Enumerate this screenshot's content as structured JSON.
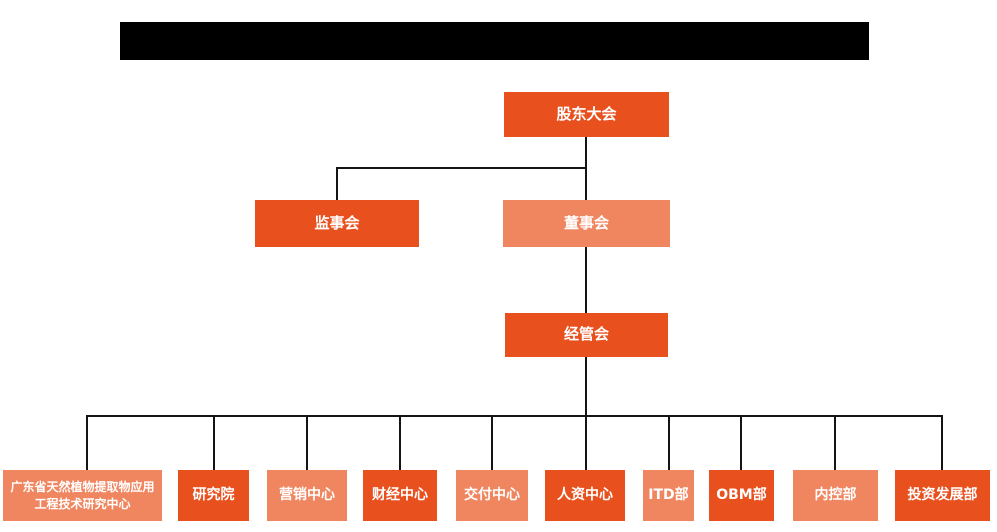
{
  "colors": {
    "primary": "#E8501E",
    "secondary": "#F08660",
    "text": "#FFFFFF",
    "connector": "#141414",
    "redaction": "#000000",
    "background": "#FFFFFF"
  },
  "header": {
    "redacted_title": ""
  },
  "org_chart": {
    "root": {
      "label": "股东大会"
    },
    "level2": {
      "supervisory_board": {
        "label": "监事会"
      },
      "board_of_directors": {
        "label": "董事会"
      }
    },
    "level3": {
      "management_committee": {
        "label": "经管会"
      }
    },
    "departments": [
      {
        "label": "广东省天然植物提取物应用工程技术研究中心"
      },
      {
        "label": "研究院"
      },
      {
        "label": "营销中心"
      },
      {
        "label": "财经中心"
      },
      {
        "label": "交付中心"
      },
      {
        "label": "人资中心"
      },
      {
        "label": "ITD部"
      },
      {
        "label": "OBM部"
      },
      {
        "label": "内控部"
      },
      {
        "label": "投资发展部"
      }
    ],
    "hierarchy": {
      "股东大会": [
        "监事会",
        "董事会"
      ],
      "董事会": [
        "经管会"
      ],
      "经管会": [
        "广东省天然植物提取物应用工程技术研究中心",
        "研究院",
        "营销中心",
        "财经中心",
        "交付中心",
        "人资中心",
        "ITD部",
        "OBM部",
        "内控部",
        "投资发展部"
      ]
    }
  }
}
